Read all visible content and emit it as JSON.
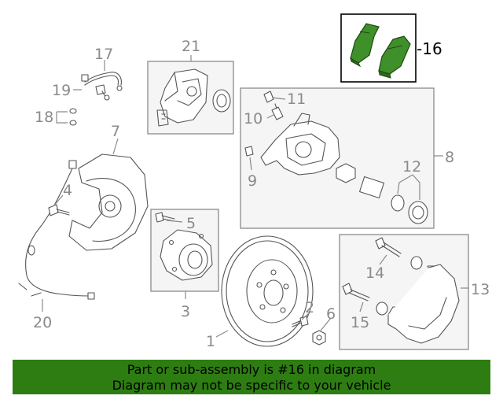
{
  "labels": {
    "p1": "1",
    "p2": "2",
    "p3": "3",
    "p4": "4",
    "p5": "5",
    "p6": "6",
    "p7": "7",
    "p8": "8",
    "p9": "9",
    "p10": "10",
    "p11": "11",
    "p12": "12",
    "p13": "13",
    "p14": "14",
    "p15": "15",
    "p16": "-16",
    "p17": "17",
    "p18": "18",
    "p19": "19",
    "p20": "20",
    "p21": "21"
  },
  "highlight_part": "16",
  "colors": {
    "highlight_pad": "#3f8f2a",
    "banner_bg": "#2e7d12",
    "label_gray": "#8a8a8a",
    "box_fill": "#f5f5f5"
  },
  "banner": {
    "line1": "Part or sub-assembly is #16 in diagram",
    "line2": "Diagram may not be specific to your vehicle"
  }
}
